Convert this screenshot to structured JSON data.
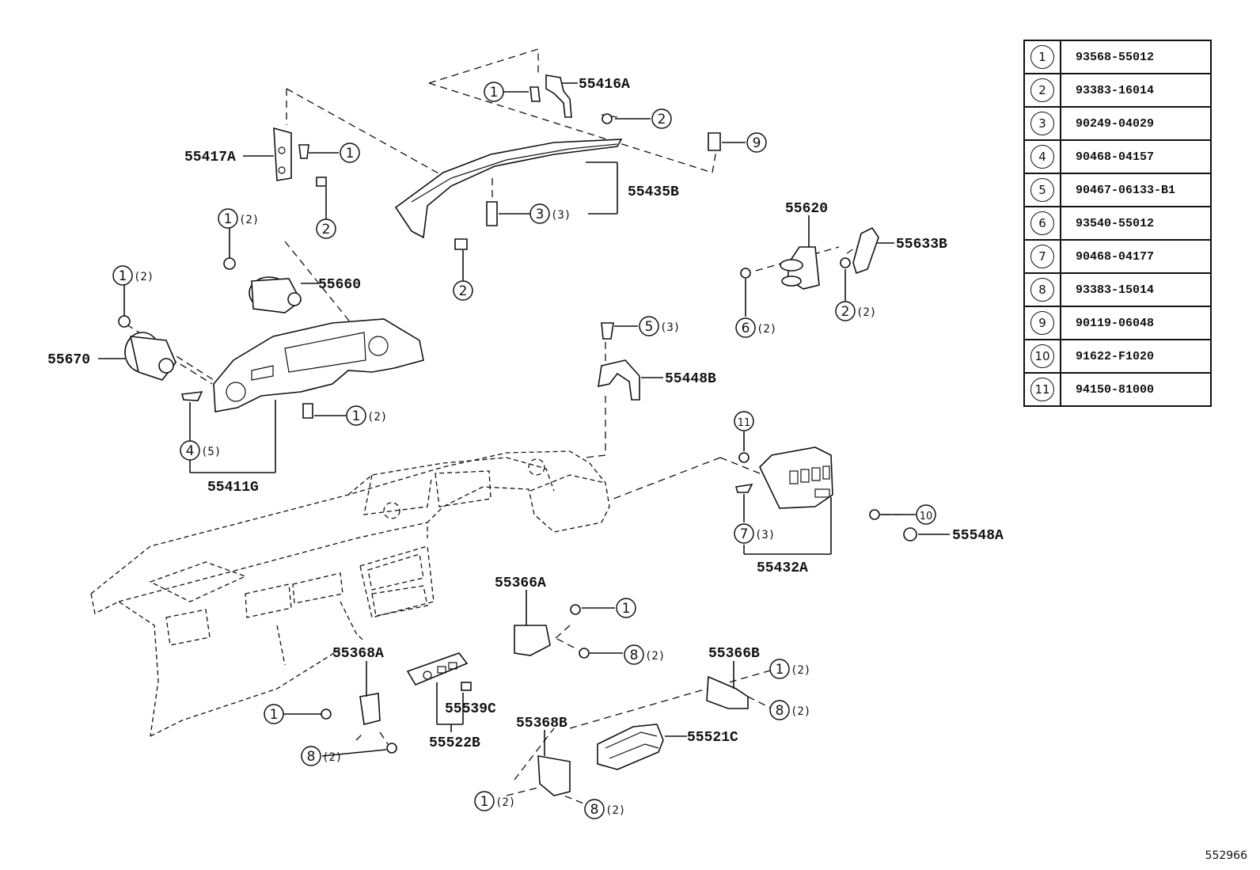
{
  "parts": {
    "p55416A": "55416A",
    "p55417A": "55417A",
    "p55435B": "55435B",
    "p55660": "55660",
    "p55670": "55670",
    "p55411G": "55411G",
    "p55620": "55620",
    "p55633B": "55633B",
    "p55448B": "55448B",
    "p55432A": "55432A",
    "p55548A": "55548A",
    "p55366A": "55366A",
    "p55368A": "55368A",
    "p55539C": "55539C",
    "p55522B": "55522B",
    "p55366B": "55366B",
    "p55368B": "55368B",
    "p55521C": "55521C"
  },
  "quantities": {
    "q2": "(2)",
    "q3": "(3)",
    "q5": "(5)"
  },
  "callout_numbers": [
    "1",
    "2",
    "3",
    "4",
    "5",
    "6",
    "7",
    "8",
    "9",
    "10",
    "11"
  ],
  "reference_table": [
    {
      "key": "1",
      "part_no": "93568-55012"
    },
    {
      "key": "2",
      "part_no": "93383-16014"
    },
    {
      "key": "3",
      "part_no": "90249-04029"
    },
    {
      "key": "4",
      "part_no": "90468-04157"
    },
    {
      "key": "5",
      "part_no": "90467-06133-B1"
    },
    {
      "key": "6",
      "part_no": "93540-55012"
    },
    {
      "key": "7",
      "part_no": "90468-04177"
    },
    {
      "key": "8",
      "part_no": "93383-15014"
    },
    {
      "key": "9",
      "part_no": "90119-06048"
    },
    {
      "key": "10",
      "part_no": "91622-F1020"
    },
    {
      "key": "11",
      "part_no": "94150-81000"
    }
  ],
  "diagram_id": "552966"
}
